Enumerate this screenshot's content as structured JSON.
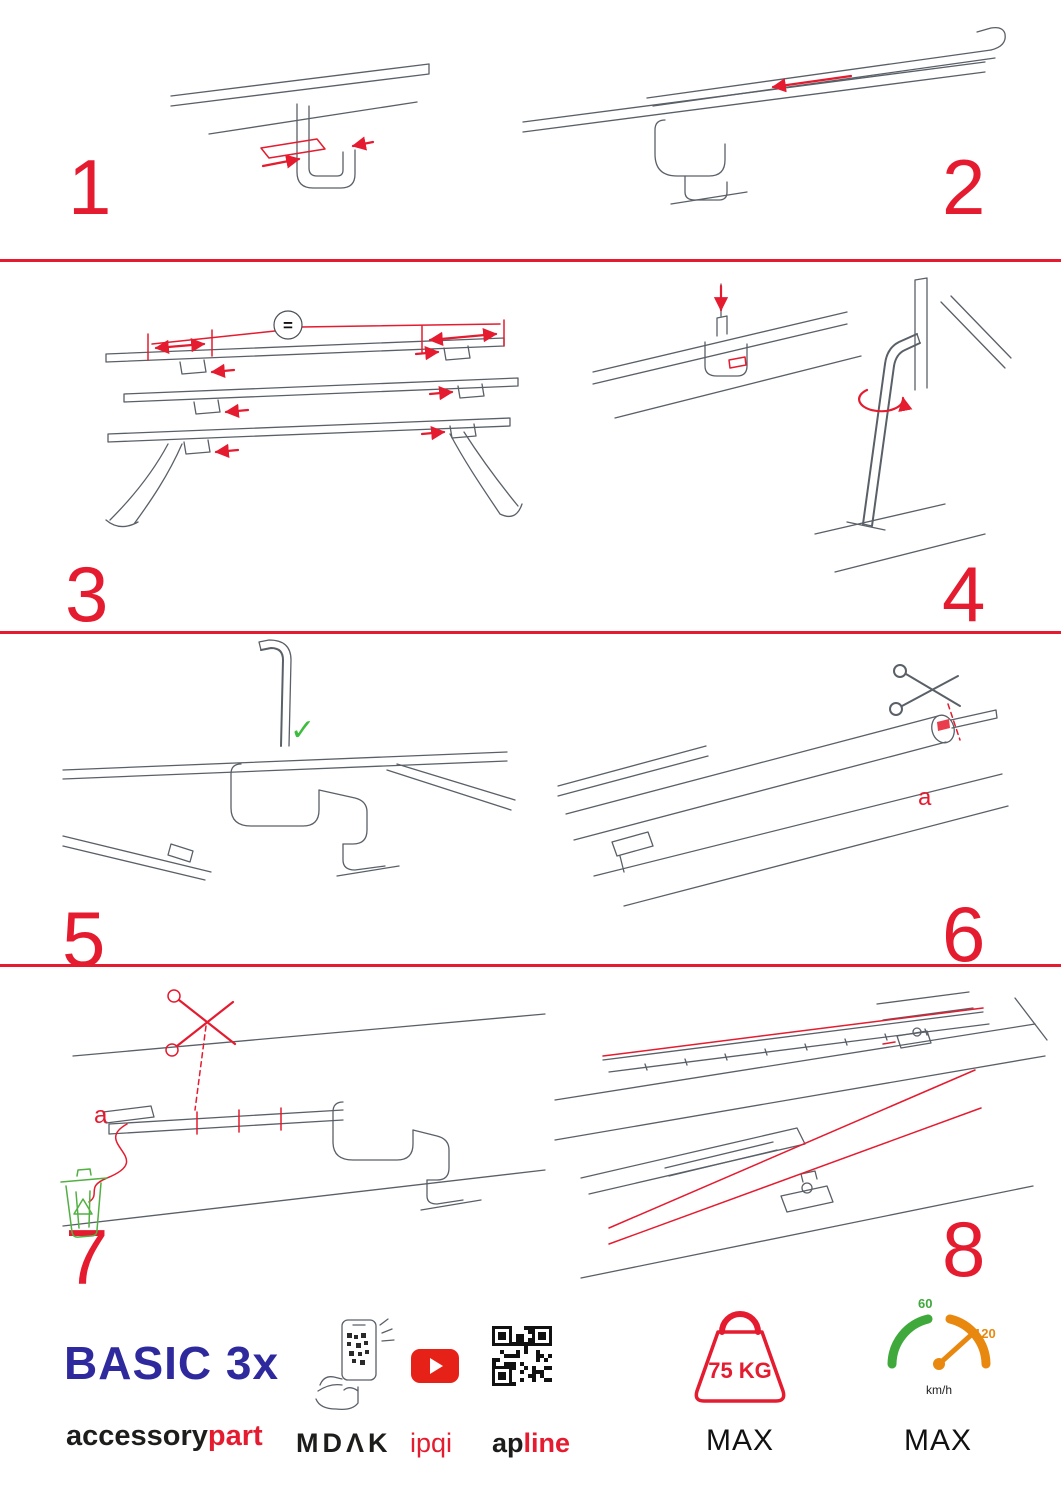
{
  "colors": {
    "accent_red": "#e51b2f",
    "brand_blue": "#2e2a9e",
    "youtube_red": "#e62117",
    "check_green": "#3dbd3d",
    "eco_green": "#52b043",
    "speed_green": "#3fa93c",
    "speed_orange": "#e8880f",
    "line_gray": "#5a6068",
    "ink": "#1d1d1b"
  },
  "steps": [
    {
      "number": "1"
    },
    {
      "number": "2"
    },
    {
      "number": "3"
    },
    {
      "number": "4"
    },
    {
      "number": "5"
    },
    {
      "number": "6"
    },
    {
      "number": "7"
    },
    {
      "number": "8"
    }
  ],
  "annotations": {
    "equal_sign": "=",
    "checkmark": "✓",
    "cut_label_step6": "a",
    "cut_label_step7": "a"
  },
  "footer": {
    "product_title": "BASIC 3x",
    "brand": {
      "black": "accessory",
      "red": "part"
    },
    "logos": {
      "phone_app_label": "MDΛK",
      "video_label": "ipqi",
      "qr_label_black": "ap",
      "qr_label_red": "line"
    },
    "weight_limit": {
      "value": "75 KG",
      "label": "MAX"
    },
    "speed_limit": {
      "tick_low": "60",
      "tick_high": "120",
      "unit": "km/h",
      "label": "MAX"
    }
  }
}
